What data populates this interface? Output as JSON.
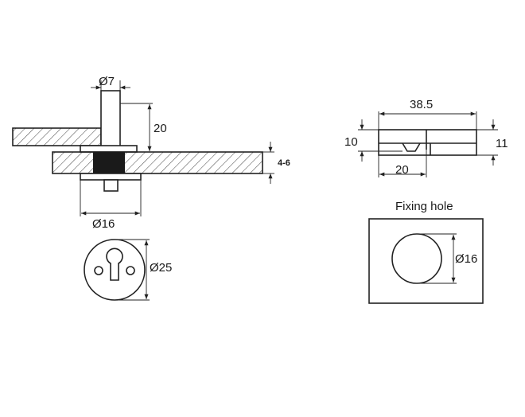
{
  "dimensions": {
    "pin_diameter": "Ø7",
    "pin_height": "20",
    "body_diameter": "Ø16",
    "cap_diameter": "Ø25",
    "panel_thickness": "4-6",
    "length": "38.5",
    "left_height": "10",
    "right_height": "11",
    "offset": "20",
    "hole_diameter": "Ø16"
  },
  "labels": {
    "fixing_hole_title": "Fixing hole"
  },
  "colors": {
    "line": "#222222",
    "background": "#ffffff",
    "insert": "#1a1a1a"
  }
}
